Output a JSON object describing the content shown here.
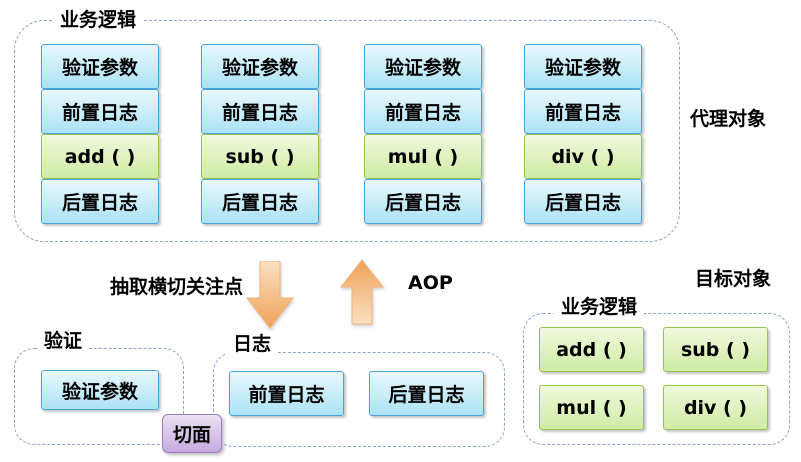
{
  "colors": {
    "blue_box_border": "#49a5d9",
    "blue_box_gradient_top": "#e9f8fd",
    "blue_box_gradient_bottom": "#abe3f6",
    "green_box_border": "#95c44f",
    "green_box_gradient_top": "#f1f9dd",
    "green_box_gradient_bottom": "#cfeba3",
    "purple_box_border": "#9d7fc1",
    "purple_box_gradient_top": "#ebe2f3",
    "purple_box_gradient_bottom": "#c6abdf",
    "arrow_gradient_light": "#fbe0c2",
    "arrow_gradient_dark": "#efa258",
    "dashed_border": "#8ba3c7"
  },
  "proxy_section": {
    "group_label": "业务逻辑",
    "side_label": "代理对象",
    "columns": [
      {
        "rows": [
          "验证参数",
          "前置日志",
          "add ( )",
          "后置日志"
        ]
      },
      {
        "rows": [
          "验证参数",
          "前置日志",
          "sub ( )",
          "后置日志"
        ]
      },
      {
        "rows": [
          "验证参数",
          "前置日志",
          "mul ( )",
          "后置日志"
        ]
      },
      {
        "rows": [
          "验证参数",
          "前置日志",
          "div ( )",
          "后置日志"
        ]
      }
    ]
  },
  "middle": {
    "extract_label": "抽取横切关注点",
    "aop_label": "AOP"
  },
  "validation_section": {
    "group_label": "验证",
    "box_label": "验证参数"
  },
  "log_section": {
    "group_label": "日志",
    "boxes": [
      "前置日志",
      "后置日志"
    ]
  },
  "aspect_label": "切面",
  "target_section": {
    "side_label": "目标对象",
    "group_label": "业务逻辑",
    "boxes": [
      "add ( )",
      "sub ( )",
      "mul ( )",
      "div ( )"
    ]
  }
}
